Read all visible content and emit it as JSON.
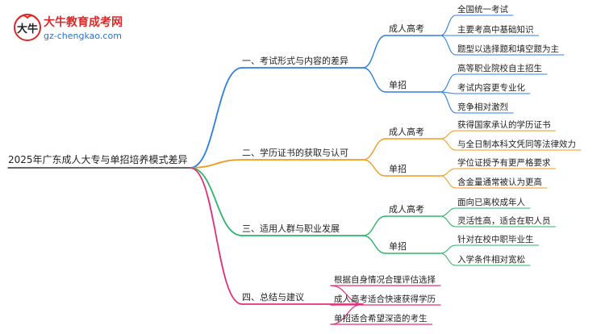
{
  "logo": {
    "icon_text": "大牛",
    "title": "大牛教育成考网",
    "url": "gz-chengkao.com"
  },
  "colors": {
    "blue": "#2f7fe0",
    "orange": "#f29a1f",
    "green": "#2db56b",
    "pink": "#e0307a",
    "logo_red": "#d62b2b",
    "logo_blue": "#2a6fc9"
  },
  "mindmap": {
    "root": "2025年广东成人大专与单招培养模式差异",
    "branches": [
      {
        "label": "一、考试形式与内容的差异",
        "color": "blue",
        "children": [
          {
            "label": "成人高考",
            "children": [
              "全国统一考试",
              "主要考高中基础知识",
              "题型以选择题和填空题为主"
            ]
          },
          {
            "label": "单招",
            "children": [
              "高等职业院校自主招生",
              "考试内容更专业化",
              "竞争相对激烈"
            ]
          }
        ]
      },
      {
        "label": "二、学历证书的获取与认可",
        "color": "orange",
        "children": [
          {
            "label": "成人高考",
            "children": [
              "获得国家承认的学历证书",
              "与全日制本科文凭同等法律效力"
            ]
          },
          {
            "label": "单招",
            "children": [
              "学位证授予有更严格要求",
              "含金量通常被认为更高"
            ]
          }
        ]
      },
      {
        "label": "三、适用人群与职业发展",
        "color": "green",
        "children": [
          {
            "label": "成人高考",
            "children": [
              "面向已离校成年人",
              "灵活性高，适合在职人员"
            ]
          },
          {
            "label": "单招",
            "children": [
              "针对在校中职毕业生",
              "入学条件相对宽松"
            ]
          }
        ]
      },
      {
        "label": "四、总结与建议",
        "color": "pink",
        "children": [
          {
            "label": "根据自身情况合理评估选择",
            "children": []
          },
          {
            "label": "成人高考适合快速获得学历",
            "children": []
          },
          {
            "label": "单招适合希望深造的考生",
            "children": []
          }
        ]
      }
    ]
  }
}
